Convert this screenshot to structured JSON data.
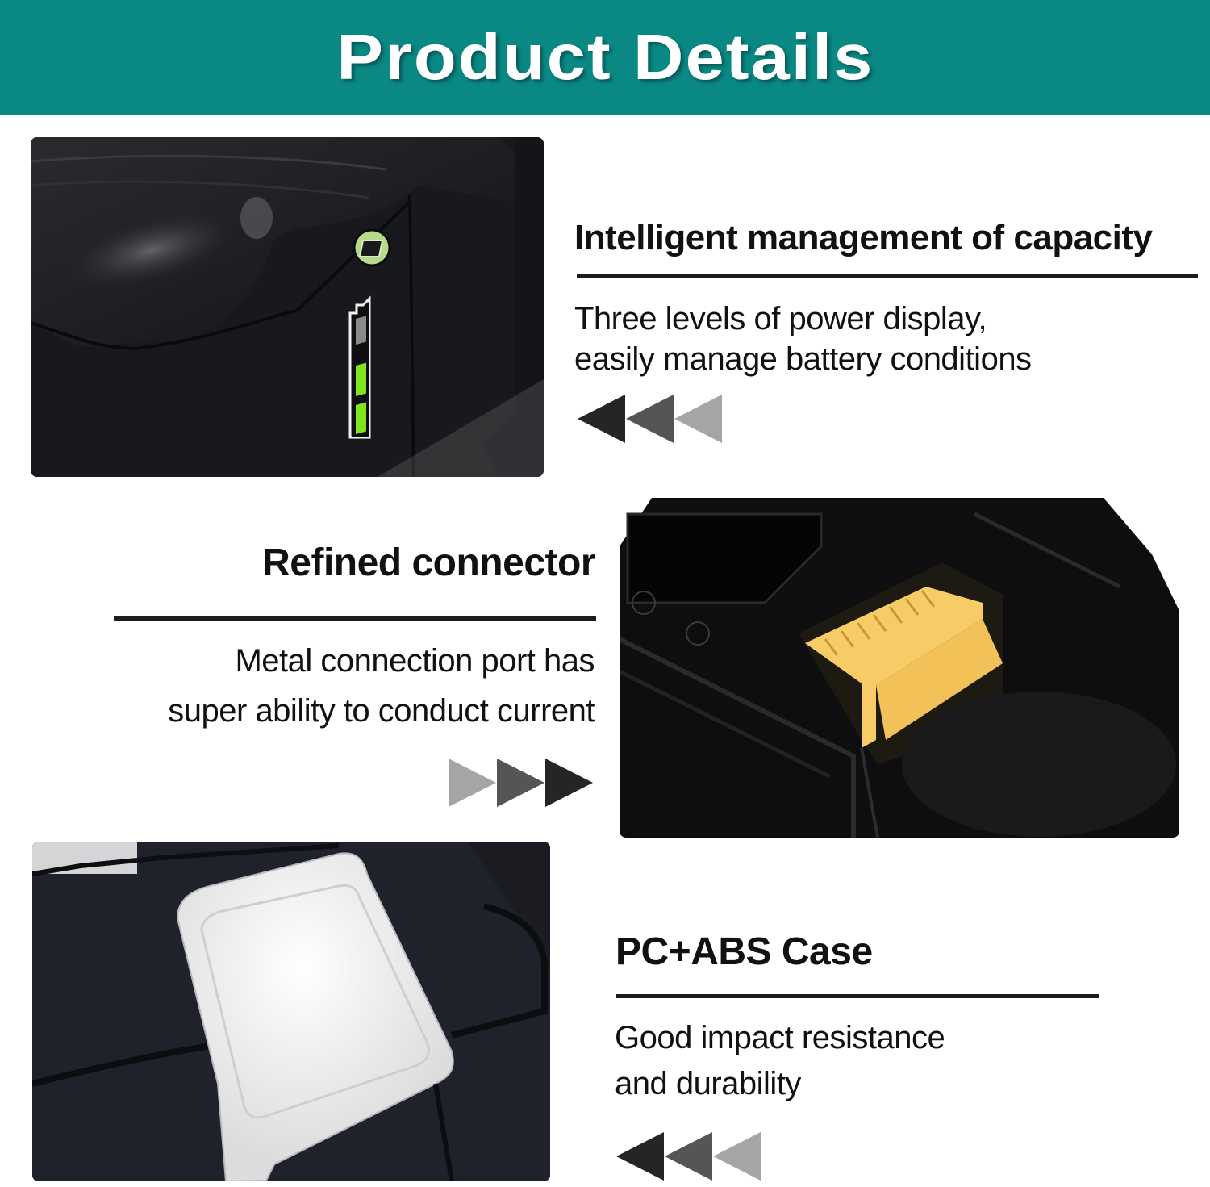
{
  "header": {
    "title": "Product Details",
    "background_color": "#0a8884"
  },
  "features": [
    {
      "title": "Intelligent management of capacity",
      "description_lines": [
        "Three levels of power display,",
        "easily manage battery conditions"
      ],
      "arrow_direction": "left",
      "arrow_colors": [
        "#252525",
        "#555555",
        "#a5a5a5"
      ],
      "image": "battery-fuel-gauge-photo",
      "gauge": {
        "levels_total": 3,
        "levels_lit": 2,
        "lit_color": "#7fe51c",
        "unlit_color": "#8a8a8a"
      }
    },
    {
      "title": "Refined connector",
      "description_lines": [
        "Metal connection port has",
        "super ability to conduct current"
      ],
      "arrow_direction": "right",
      "arrow_colors": [
        "#a5a5a5",
        "#555555",
        "#252525"
      ],
      "image": "battery-connector-photo",
      "connector_color": "#f7cc66"
    },
    {
      "title": "PC+ABS Case",
      "description_lines": [
        "Good impact resistance",
        "and durability"
      ],
      "arrow_direction": "left",
      "arrow_colors": [
        "#252525",
        "#555555",
        "#a5a5a5"
      ],
      "image": "battery-case-latch-photo"
    }
  ]
}
